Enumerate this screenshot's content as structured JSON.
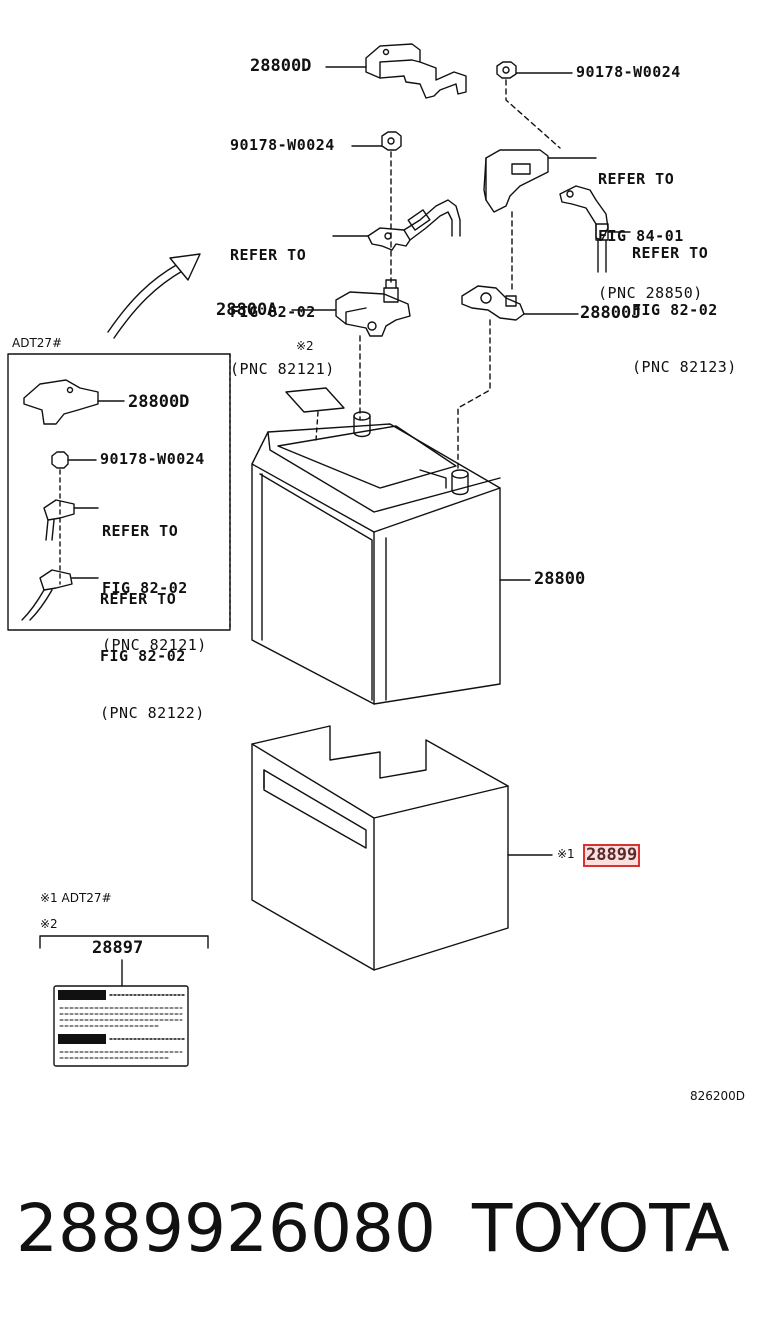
{
  "parts": {
    "p28800D_top": "28800D",
    "nut_right": "90178-W0024",
    "nut_left": "90178-W0024",
    "refer_84": [
      "REFER TO",
      "FIG 84-01",
      "(PNC 28850)"
    ],
    "refer_82123": [
      "REFER TO",
      "FIG 82-02",
      "(PNC 82123)"
    ],
    "refer_82121": [
      "REFER TO",
      "FIG 82-02",
      "(PNC 82121)"
    ],
    "p28800A": "28800A",
    "p28800J": "28800J",
    "p28800": "28800",
    "p28899": "28899",
    "note1_mark": "※1"
  },
  "inset": {
    "tag": "ADT27#",
    "p28800D": "28800D",
    "nut": "90178-W0024",
    "refer_a": [
      "REFER TO",
      "FIG 82-02",
      "(PNC 82121)"
    ],
    "refer_b": [
      "REFER TO",
      "FIG 82-02",
      "(PNC 82122)"
    ]
  },
  "notes": {
    "mark2_top": "※2",
    "legend1": "※1 ADT27#",
    "legend2": "※2",
    "label_part": "28897",
    "diagram_id": "826200D"
  },
  "footer": {
    "part_number": "2889926080",
    "brand": "TOYOTA"
  },
  "colors": {
    "highlight": "#d93030",
    "line": "#111111"
  }
}
